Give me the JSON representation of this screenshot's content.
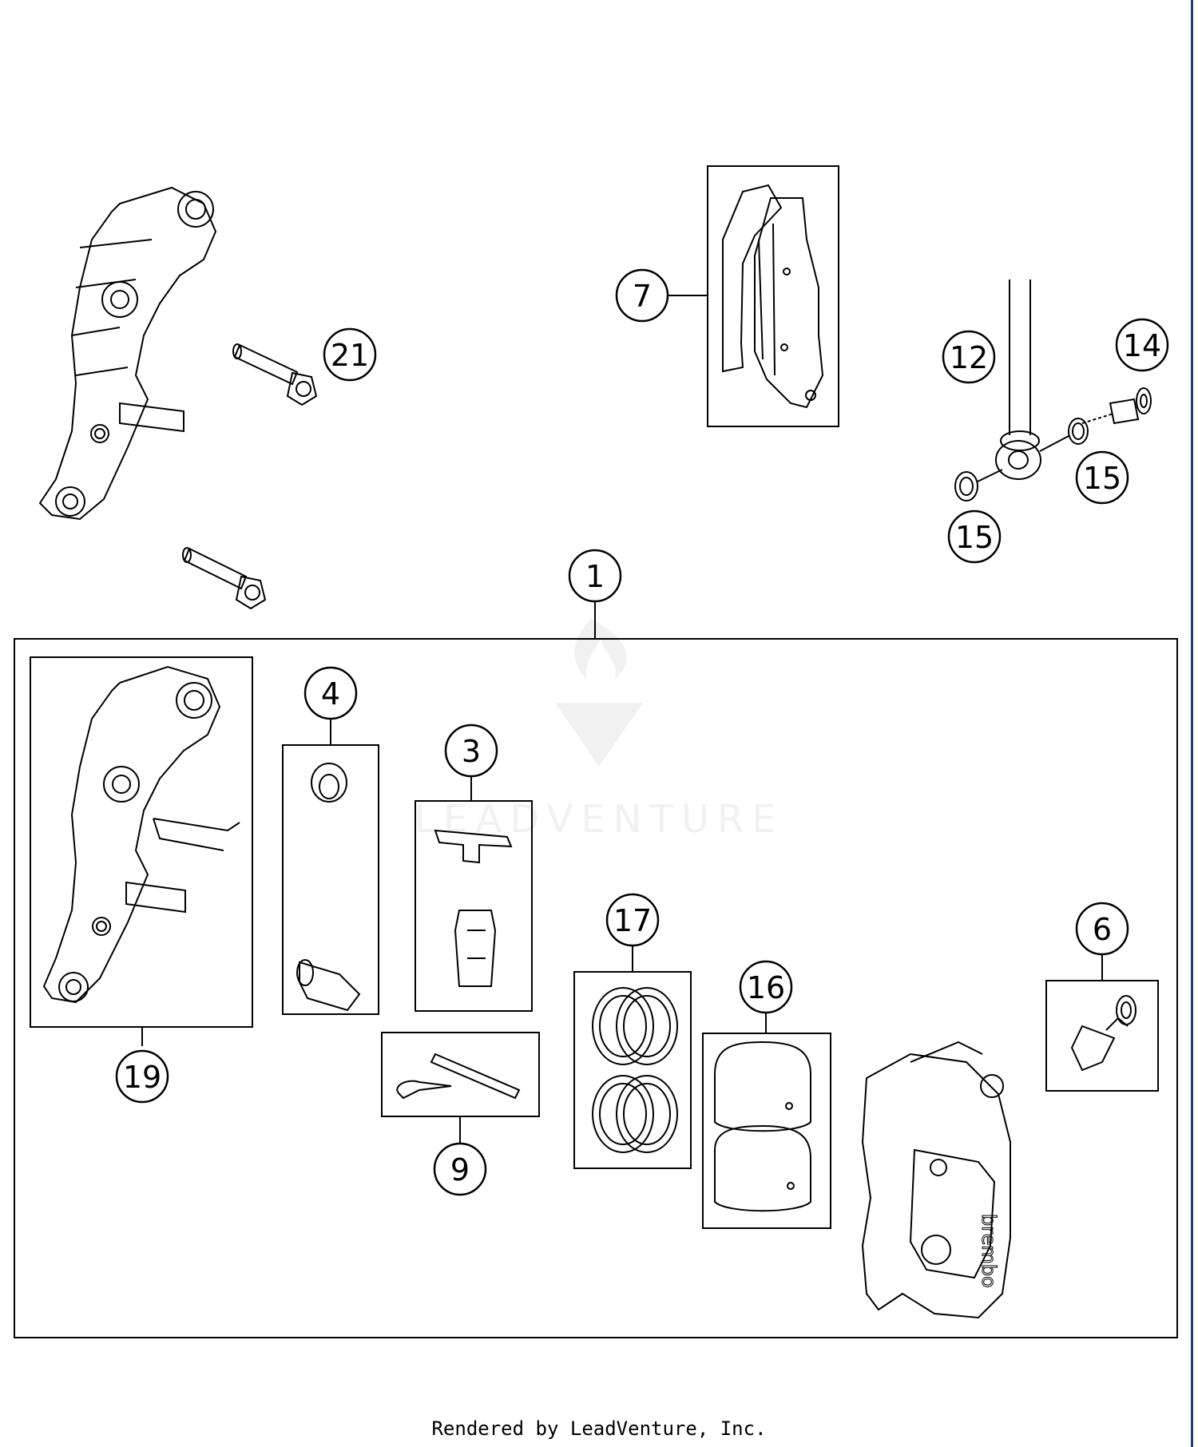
{
  "diagram": {
    "callouts": [
      "1",
      "3",
      "4",
      "6",
      "7",
      "9",
      "12",
      "14",
      "15",
      "15",
      "16",
      "17",
      "19",
      "21"
    ],
    "watermark": "LEADVENTURE"
  },
  "footer": {
    "text": "Rendered by LeadVenture, Inc."
  },
  "colors": {
    "line": "#000000",
    "watermark": "#e6e6e6",
    "frame": "#1b3f73"
  }
}
